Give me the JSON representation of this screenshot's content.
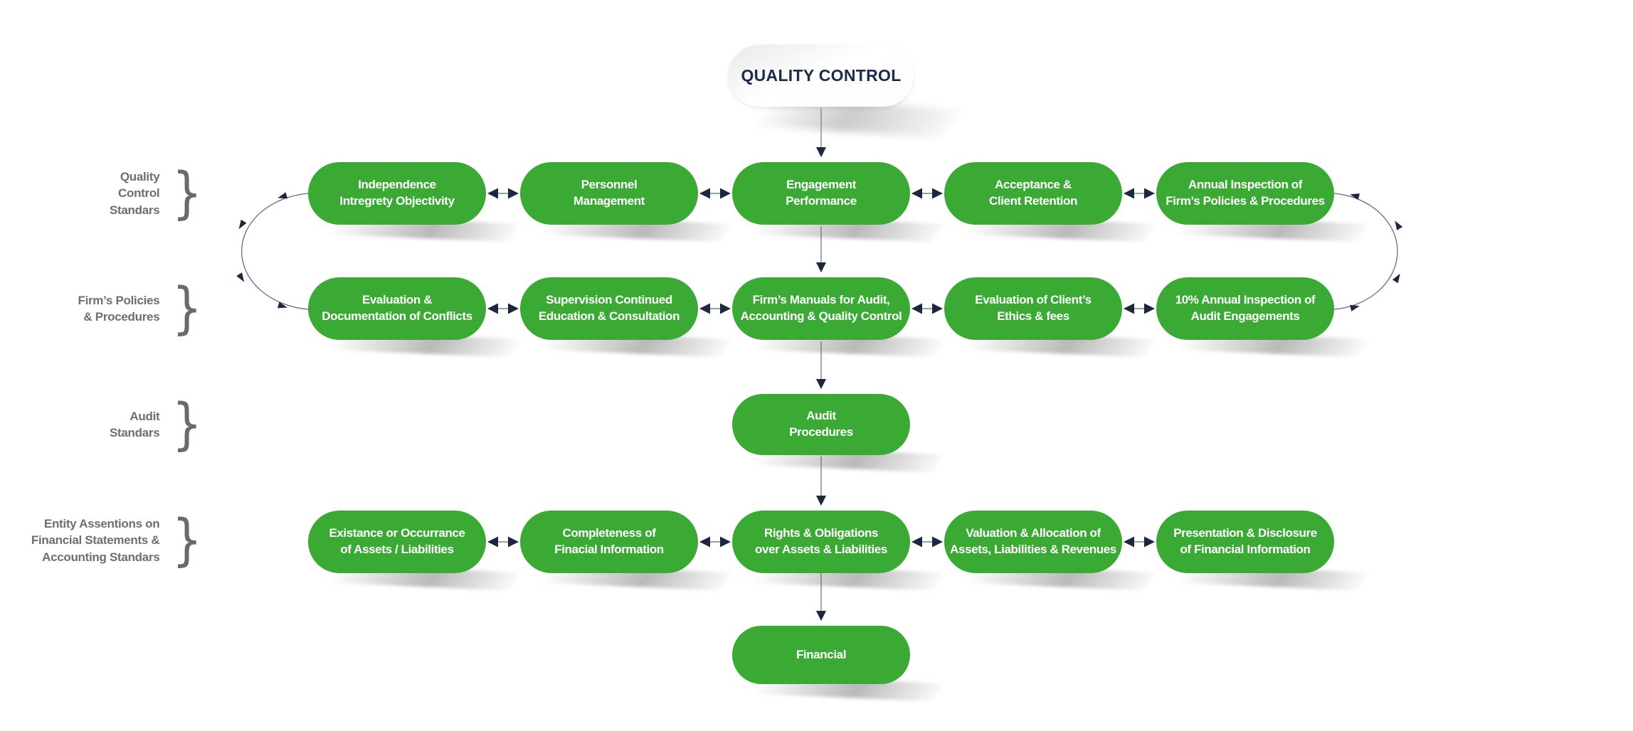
{
  "colors": {
    "node_green": "#3aaa35",
    "title_navy": "#1b2a4d",
    "label_gray": "#6d6e71",
    "arrow_navy": "#1c2840",
    "line_gray": "#9aa0a8"
  },
  "title": {
    "label": "QUALITY CONTROL"
  },
  "side_labels": [
    {
      "text": "Quality\nControl\nStandars",
      "brace": "}"
    },
    {
      "text": "Firm’s Policies\n& Procedures",
      "brace": "}"
    },
    {
      "text": "Audit\nStandars",
      "brace": "}"
    },
    {
      "text": "Entity Assentions on\nFinancial Statements &\nAccounting Standars",
      "brace": "}"
    }
  ],
  "rows": {
    "quality_control": [
      "Independence\nIntregrety Objectivity",
      "Personnel\nManagement",
      "Engagement\nPerformance",
      "Acceptance &\nClient Retention",
      "Annual Inspection of\nFirm’s Policies & Procedures"
    ],
    "firms_policies": [
      "Evaluation &\nDocumentation of Conflicts",
      "Supervision Continued\nEducation & Consultation",
      "Firm’s Manuals for Audit,\nAccounting & Quality Control",
      "Evaluation of Client’s\nEthics & fees",
      "10% Annual Inspection of\nAudit Engagements"
    ],
    "audit": [
      "Audit\nProcedures"
    ],
    "entity_assertions": [
      "Existance or Occurrance\nof Assets / Liabilities",
      "Completeness of\nFinacial Information",
      "Rights & Obligations\nover Assets & Liabilities",
      "Valuation & Allocation of\nAssets, Liabilities & Revenues",
      "Presentation & Disclosure\nof Financial Information"
    ],
    "financial": [
      "Financial"
    ]
  }
}
